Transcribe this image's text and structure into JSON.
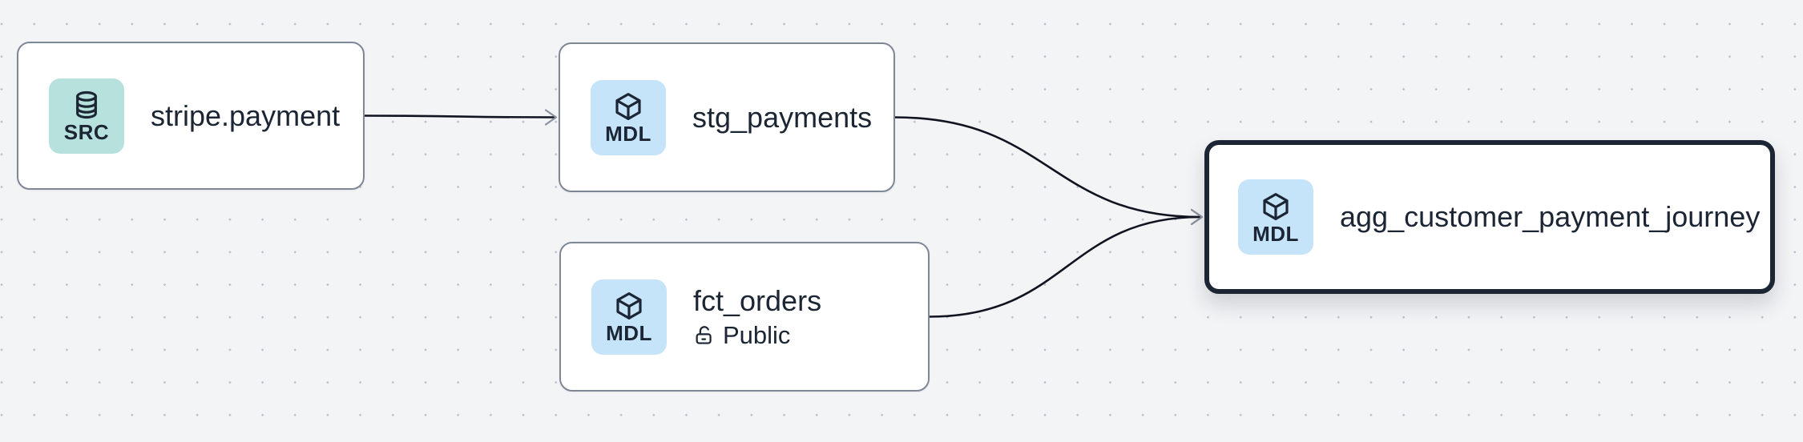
{
  "canvas": {
    "background_color": "#f3f4f6",
    "dot_color": "#bcc0ca"
  },
  "graph": {
    "nodes": [
      {
        "id": "stripe_payment",
        "title": "stripe.payment",
        "badge": {
          "label": "SRC",
          "icon": "database-icon",
          "color": "#b7e1dd"
        },
        "selected": false
      },
      {
        "id": "stg_payments",
        "title": "stg_payments",
        "badge": {
          "label": "MDL",
          "icon": "cube-icon",
          "color": "#c5e3f9"
        },
        "selected": false
      },
      {
        "id": "fct_orders",
        "title": "fct_orders",
        "badge": {
          "label": "MDL",
          "icon": "cube-icon",
          "color": "#c5e3f9"
        },
        "access": {
          "icon": "unlock-icon",
          "label": "Public"
        },
        "selected": false
      },
      {
        "id": "agg_customer_payment_journey",
        "title": "agg_customer_payment_journey",
        "badge": {
          "label": "MDL",
          "icon": "cube-icon",
          "color": "#c5e3f9"
        },
        "selected": true
      }
    ],
    "edges": [
      {
        "from": "stripe_payment",
        "to": "stg_payments"
      },
      {
        "from": "stg_payments",
        "to": "agg_customer_payment_journey"
      },
      {
        "from": "fct_orders",
        "to": "agg_customer_payment_journey"
      }
    ]
  },
  "colors": {
    "edge_stroke": "#0f1420",
    "arrowhead": "#8a92a0",
    "node_border": "#7e8796",
    "selected_border": "#1c2534",
    "text": "#1b2534"
  }
}
